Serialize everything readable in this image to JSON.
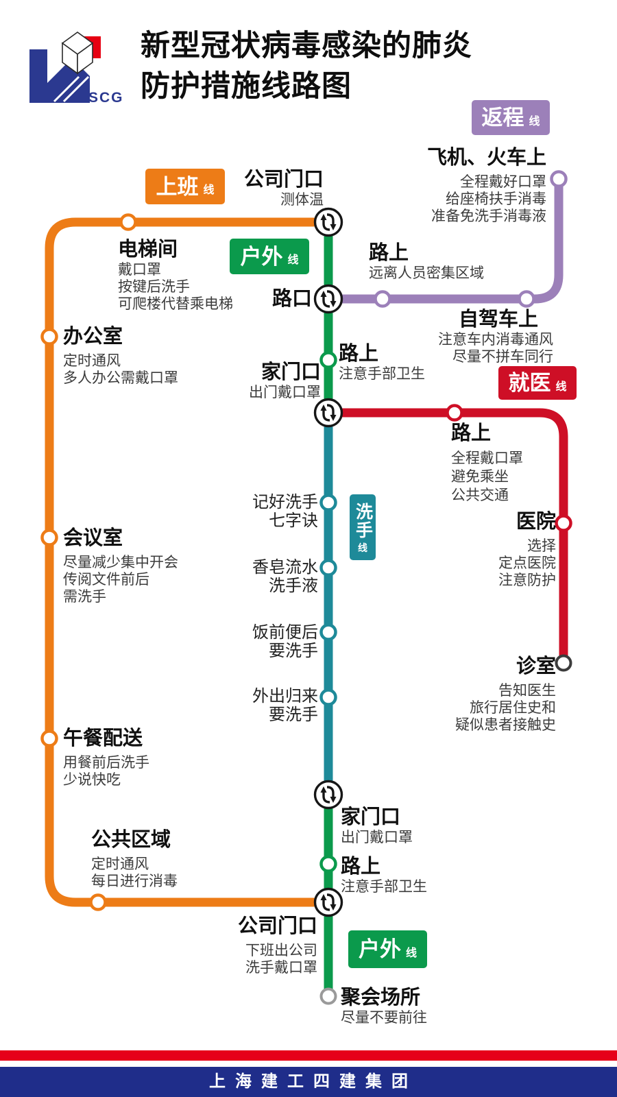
{
  "header": {
    "logo_text": "SCG",
    "title_line1": "新型冠状病毒感染的肺炎",
    "title_line2": "防护措施线路图"
  },
  "colors": {
    "shangban_orange": "#ed7c17",
    "fancheng_purple": "#9c80b9",
    "huwai_green": "#0b9a4c",
    "jiuyi_red": "#ce0f26",
    "xishou_teal": "#1e8a99",
    "footer_red_bar": "#e60019",
    "footer_blue_bar": "#1f2d8a",
    "logo_blue": "#2b3990",
    "logo_red": "#e60012"
  },
  "icons": {
    "interchange_icon": "circular-transfer-arrows-in-circle",
    "station_dot": "white-circle-station-marker"
  },
  "badges": {
    "fancheng": {
      "label": "返程",
      "suffix": "线"
    },
    "shangban": {
      "label": "上班",
      "suffix": "线"
    },
    "huwai_top": {
      "label": "户外",
      "suffix": "线"
    },
    "jiuyi": {
      "label": "就医",
      "suffix": "线"
    },
    "xishou": {
      "label": "洗手",
      "suffix": "线"
    },
    "huwai_bottom": {
      "label": "户外",
      "suffix": "线"
    }
  },
  "stations": {
    "feiji": {
      "title": "飞机、火车上",
      "note1": "全程戴好口罩",
      "note2": "给座椅扶手消毒",
      "note3": "准备免洗手消毒液"
    },
    "gongsi_top": {
      "title": "公司门口",
      "note1": "测体温"
    },
    "dianti": {
      "title": "电梯间",
      "note1": "戴口罩",
      "note2": "按键后洗手",
      "note3": "可爬楼代替乘电梯"
    },
    "lukou": {
      "title": "路口"
    },
    "lushang_fancheng": {
      "title": "路上",
      "note1": "远离人员密集区域"
    },
    "zijia": {
      "title": "自驾车上",
      "note1": "注意车内消毒通风",
      "note2": "尽量不拼车同行"
    },
    "bangongshi": {
      "title": "办公室",
      "note1": "定时通风",
      "note2": "多人办公需戴口罩"
    },
    "lushang_top": {
      "title": "路上",
      "note1": "注意手部卫生"
    },
    "jiamenkou_top": {
      "title": "家门口",
      "note1": "出门戴口罩"
    },
    "lushang_jiuyi": {
      "title": "路上",
      "note1": "全程戴口罩",
      "note2": "避免乘坐",
      "note3": "公共交通"
    },
    "jihao": {
      "line1": "记好洗手",
      "line2": "七字诀"
    },
    "yiyuan": {
      "title": "医院",
      "note1": "选择",
      "note2": "定点医院",
      "note3": "注意防护"
    },
    "huiyishi": {
      "title": "会议室",
      "note1": "尽量减少集中开会",
      "note2": "传阅文件前后",
      "note3": "需洗手"
    },
    "xiangzao": {
      "line1": "香皂流水",
      "line2": "洗手液"
    },
    "fanqian": {
      "line1": "饭前便后",
      "line2": "要洗手"
    },
    "zhenshi": {
      "title": "诊室",
      "note1": "告知医生",
      "note2": "旅行居住史和",
      "note3": "疑似患者接触史"
    },
    "waichu": {
      "line1": "外出归来",
      "line2": "要洗手"
    },
    "wucan": {
      "title": "午餐配送",
      "note1": "用餐前后洗手",
      "note2": "少说快吃"
    },
    "gonggong": {
      "title": "公共区域",
      "note1": "定时通风",
      "note2": "每日进行消毒"
    },
    "jiamenkou_bottom": {
      "title": "家门口",
      "note1": "出门戴口罩"
    },
    "lushang_bottom": {
      "title": "路上",
      "note1": "注意手部卫生"
    },
    "gongsi_bottom": {
      "title": "公司门口",
      "note1": "下班出公司",
      "note2": "洗手戴口罩"
    },
    "juhui": {
      "title": "聚会场所",
      "note1": "尽量不要前往"
    }
  },
  "footer": {
    "company": "上海建工四建集团"
  }
}
